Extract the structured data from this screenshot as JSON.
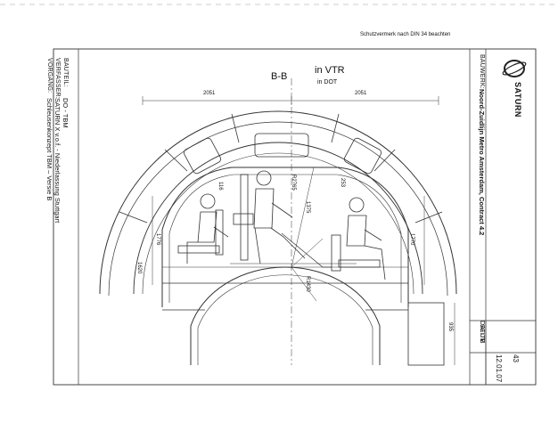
{
  "notice": "Schutzvermerk nach DIN 34 beachten",
  "title_block": {
    "company_logo": "SATURN",
    "bauwerk_label": "BAUWERK:",
    "bauwerk_value": "Noord-Zuidlijn Metro Amsterdam, Contract 4.2",
    "seite_label": "SEITE",
    "seite_value": "43",
    "datum_label": "DATUM",
    "datum_value": "12.01.07",
    "bauteil_label": "BAUTEIL:",
    "bauteil_value": "DO - TBM",
    "verfasser_label": "VERFASSER:",
    "verfasser_value": "SATURN X v.o.f. - Niederlassung Stuttgart",
    "vorgang_label": "VORGANG:",
    "vorgang_value": "Schleusenkonzept TBM – Versie B"
  },
  "drawing": {
    "section_label": "B-B",
    "label_vtr": "in VTR",
    "label_dot": "in DOT",
    "dim_left": "2051",
    "dim_right": "2051",
    "dims": [
      "116",
      "R2765",
      "1375",
      "253",
      "1776",
      "1770",
      "R1430",
      "1620",
      "935"
    ]
  },
  "colors": {
    "line": "#333333",
    "paper": "#ffffff"
  }
}
